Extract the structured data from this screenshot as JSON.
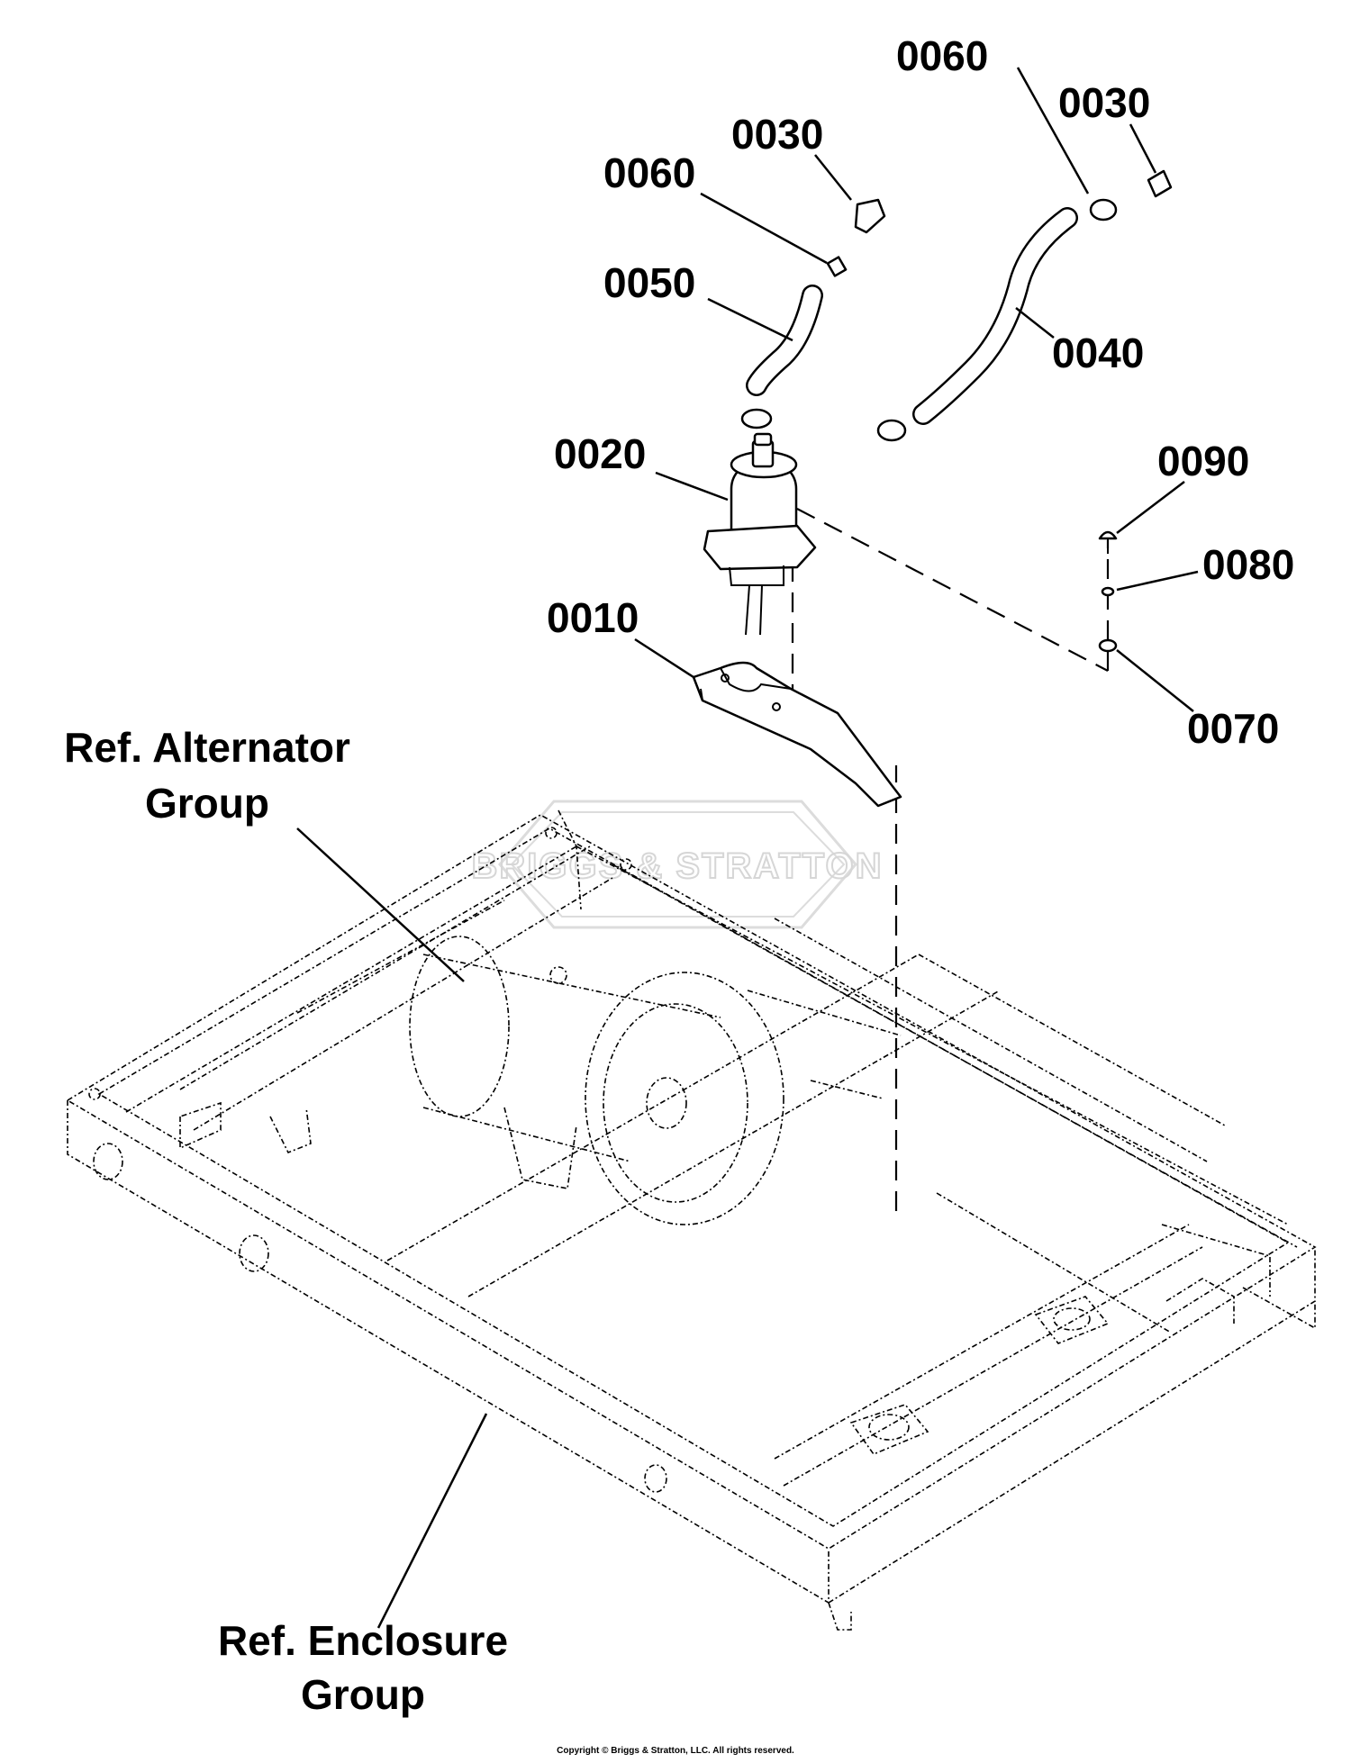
{
  "callouts": {
    "c0060_right": "0060",
    "c0030_right": "0030",
    "c0030_left": "0030",
    "c0060_left": "0060",
    "c0050": "0050",
    "c0040": "0040",
    "c0020": "0020",
    "c0090": "0090",
    "c0080": "0080",
    "c0010": "0010",
    "c0070": "0070"
  },
  "references": {
    "alternator_line1": "Ref. Alternator",
    "alternator_line2": "Group",
    "enclosure_line1": "Ref. Enclosure",
    "enclosure_line2": "Group"
  },
  "watermark": "BRIGGS & STRATTON",
  "footer": {
    "copyright": "Copyright © Briggs & Stratton, LLC. All rights reserved."
  }
}
